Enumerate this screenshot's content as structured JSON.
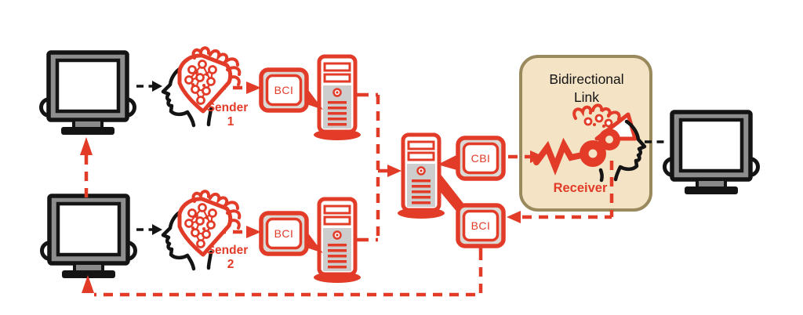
{
  "labels": {
    "sender1_name": "Sender",
    "sender1_num": "1",
    "sender2_name": "Sender",
    "sender2_num": "2",
    "receiver": "Receiver",
    "bidirectional_line1": "Bidirectional",
    "bidirectional_line2": "Link",
    "bci_sender1": "BCI",
    "bci_sender2": "BCI",
    "cbi": "CBI",
    "bci_receiver": "BCI"
  },
  "icons": {
    "monitor": "crt-monitor-with-speakers-icon",
    "tower": "computer-tower-icon",
    "sender_head": "head-with-eeg-cap-icon",
    "receiver_head": "head-with-tms-coil-icon"
  },
  "colors": {
    "red": "#E23B28",
    "ink": "#141414",
    "monitor_gray": "#8E8E8E",
    "stand_gray": "#8A8A8A",
    "tower_gray": "#CDCDCD",
    "box_gap_gray": "#DCD8D4",
    "panel_beige": "#F4E3C5",
    "panel_border": "#99895C",
    "white": "#FFFFFF"
  }
}
